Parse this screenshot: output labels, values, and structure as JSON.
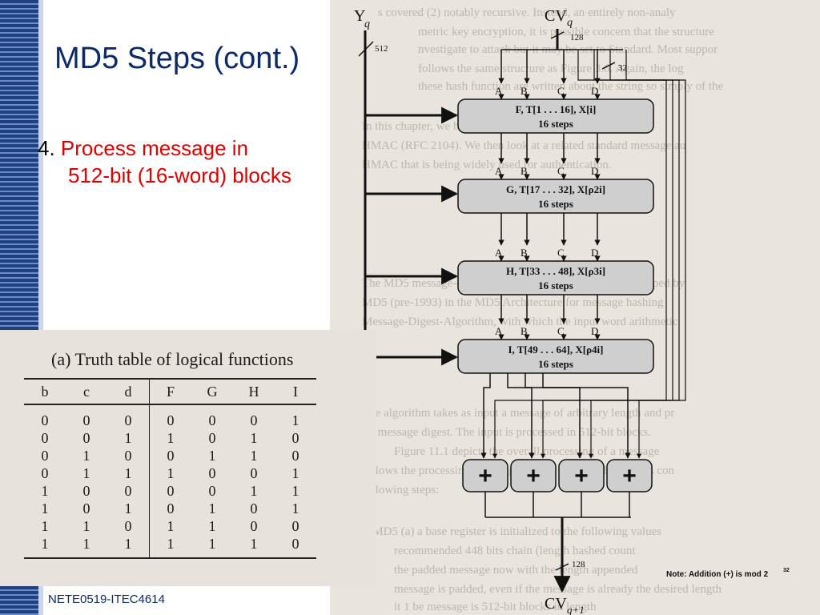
{
  "slide": {
    "title": "MD5 Steps (cont.)",
    "bullet_number": "4.",
    "bullet_line1": "Process message in",
    "bullet_line2": "512-bit (16-word) blocks",
    "footer": "NETE0519-ITEC4614",
    "colors": {
      "title": "#0a2a6a",
      "bullet_accent": "#e00000",
      "sidebar": "#1f3f7f"
    }
  },
  "diagram": {
    "yq": "Y",
    "yq_sub": "q",
    "cvq": "CV",
    "cvq_sub": "q",
    "cvq1": "CV",
    "cvq1_sub": "q+1",
    "label_128_top": "128",
    "label_128_bottom": "128",
    "label_512": "512",
    "label_32": "32",
    "abcd": [
      "A",
      "B",
      "C",
      "D"
    ],
    "rounds": [
      {
        "line1": "F, T[1 . . . 16], X[i]",
        "line2": "16 steps"
      },
      {
        "line1": "G, T[17 . . . 32], X[ρ2i]",
        "line2": "16 steps"
      },
      {
        "line1": "H, T[33 . . . 48], X[ρ3i]",
        "line2": "16 steps"
      },
      {
        "line1": "I, T[49 . . . 64], X[ρ4i]",
        "line2": "16 steps"
      }
    ],
    "adders": [
      "+",
      "+",
      "+",
      "+"
    ],
    "note": "Note:  Addition (+) is mod 2",
    "note_exp": "32"
  },
  "truth_table": {
    "title": "(a) Truth table of logical functions",
    "headers": [
      "b",
      "c",
      "d",
      "F",
      "G",
      "H",
      "I"
    ],
    "rows": [
      [
        "0",
        "0",
        "0",
        "0",
        "0",
        "0",
        "1"
      ],
      [
        "0",
        "0",
        "1",
        "1",
        "0",
        "1",
        "0"
      ],
      [
        "0",
        "1",
        "0",
        "0",
        "1",
        "1",
        "0"
      ],
      [
        "0",
        "1",
        "1",
        "1",
        "0",
        "0",
        "1"
      ],
      [
        "1",
        "0",
        "0",
        "0",
        "0",
        "1",
        "1"
      ],
      [
        "1",
        "0",
        "1",
        "0",
        "1",
        "0",
        "1"
      ],
      [
        "1",
        "1",
        "0",
        "1",
        "1",
        "0",
        "0"
      ],
      [
        "1",
        "1",
        "1",
        "1",
        "1",
        "1",
        "0"
      ]
    ]
  }
}
